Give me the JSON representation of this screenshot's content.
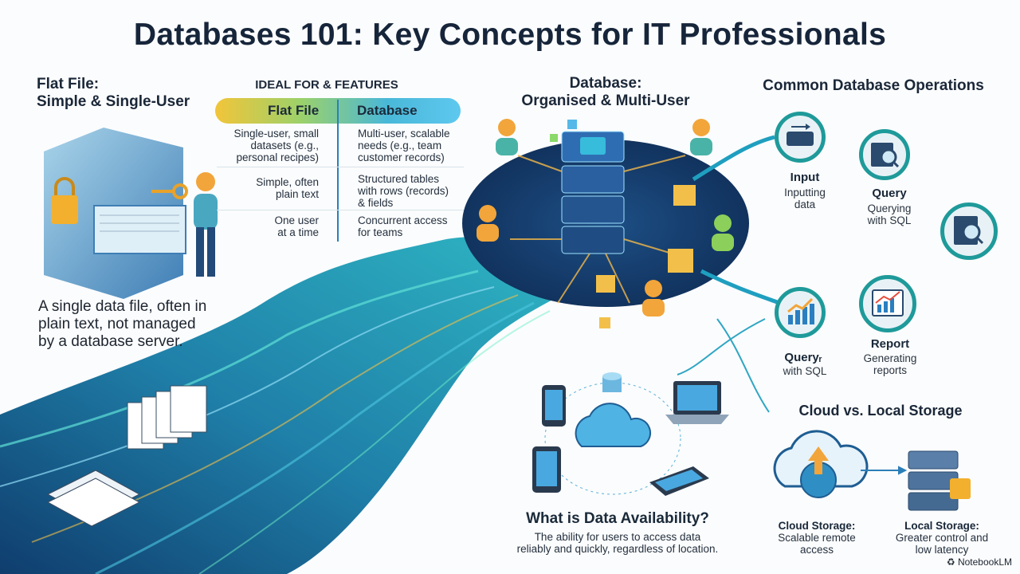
{
  "title": "Databases 101: Key Concepts for IT Professionals",
  "flat_file": {
    "heading": [
      "Flat File:",
      "Simple & Single-User"
    ],
    "description": [
      "A single data file, often in",
      "plain text, not managed",
      "by a database server."
    ]
  },
  "comparison": {
    "heading": "IDEAL FOR & FEATURES",
    "col_left": "Flat File",
    "col_right": "Database",
    "rows": [
      {
        "left": [
          "Single-user, small",
          "datasets (e.g.,",
          "personal recipes)"
        ],
        "right": [
          "Multi-user, scalable",
          "needs (e.g., team",
          "customer records)"
        ]
      },
      {
        "left": [
          "Simple, often",
          "plain text"
        ],
        "right": [
          "Structured tables",
          "with rows (records)",
          "& fields"
        ]
      },
      {
        "left": [
          "One user",
          "at a time"
        ],
        "right": [
          "Concurrent access",
          "for teams"
        ]
      }
    ]
  },
  "database": {
    "heading": [
      "Database:",
      "Organised & Multi-User"
    ]
  },
  "operations": {
    "heading": "Common Database Operations",
    "items": [
      {
        "label": "Input",
        "sub": [
          "Inputting",
          "data"
        ],
        "icon": "keyboard-icon"
      },
      {
        "label": "Query",
        "sub": [
          "Querying",
          "with SQL"
        ],
        "icon": "sql-search-icon"
      },
      {
        "label": "",
        "sub": [],
        "icon": "magnifier-icon"
      },
      {
        "label": "Queryᵣ",
        "sub": [
          "with SQL"
        ],
        "icon": "bar-chart-icon"
      },
      {
        "label": "Report",
        "sub": [
          "Generating",
          "reports"
        ],
        "icon": "report-chart-icon"
      }
    ]
  },
  "availability": {
    "heading": "What is Data Availability?",
    "description": [
      "The ability for users to access data",
      "reliably and quickly, regardless of location."
    ]
  },
  "storage": {
    "heading": "Cloud vs. Local Storage",
    "cloud": {
      "label": "Cloud Storage:",
      "sub": [
        "Scalable remote",
        "access"
      ]
    },
    "local": {
      "label": "Local Storage:",
      "sub": [
        "Greater control and",
        "low latency"
      ]
    }
  },
  "brand": "NotebookLM",
  "colors": {
    "teal": "#1f9a9a",
    "navy": "#16253a",
    "accent_orange": "#f2a53a",
    "blue": "#2b7fb8"
  }
}
